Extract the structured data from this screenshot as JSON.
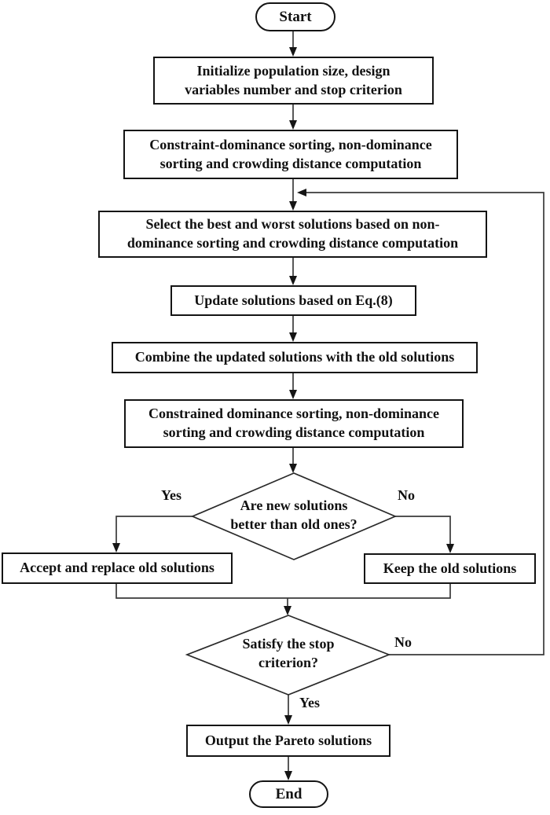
{
  "diagram": {
    "type": "flowchart",
    "background": "#ffffff",
    "line_color": "#3a3a3a",
    "border_color": "#141414",
    "text_color": "#111111",
    "nodes": {
      "start": {
        "type": "terminator",
        "label": "Start"
      },
      "init": {
        "type": "process",
        "label": "Initialize population size, design\nvariables number and stop criterion"
      },
      "sort1": {
        "type": "process",
        "label": "Constraint-dominance sorting, non-dominance\nsorting and crowding distance computation"
      },
      "select": {
        "type": "process",
        "label": "Select the best and worst solutions based on non-\ndominance sorting and crowding distance computation"
      },
      "update": {
        "type": "process",
        "label": "Update solutions based on Eq.(8)"
      },
      "combine": {
        "type": "process",
        "label": "Combine the updated solutions with the old solutions"
      },
      "sort2": {
        "type": "process",
        "label": "Constrained dominance sorting, non-dominance\nsorting and crowding distance computation"
      },
      "decision_better": {
        "type": "decision",
        "label": "Are new solutions\nbetter than old ones?"
      },
      "accept": {
        "type": "process",
        "label": "Accept and replace old solutions"
      },
      "keep": {
        "type": "process",
        "label": "Keep the old solutions"
      },
      "decision_stop": {
        "type": "decision",
        "label": "Satisfy the stop\ncriterion?"
      },
      "output": {
        "type": "process",
        "label": "Output the Pareto solutions"
      },
      "end": {
        "type": "terminator",
        "label": "End"
      }
    },
    "edge_labels": {
      "better_yes": "Yes",
      "better_no": "No",
      "stop_no": "No",
      "stop_yes": "Yes"
    },
    "edges": [
      {
        "from": "start",
        "to": "init"
      },
      {
        "from": "init",
        "to": "sort1"
      },
      {
        "from": "sort1",
        "to": "select"
      },
      {
        "from": "select",
        "to": "update"
      },
      {
        "from": "update",
        "to": "combine"
      },
      {
        "from": "combine",
        "to": "sort2"
      },
      {
        "from": "sort2",
        "to": "decision_better"
      },
      {
        "from": "decision_better",
        "to": "accept",
        "label": "Yes"
      },
      {
        "from": "decision_better",
        "to": "keep",
        "label": "No"
      },
      {
        "from": "accept",
        "to": "decision_stop"
      },
      {
        "from": "keep",
        "to": "decision_stop"
      },
      {
        "from": "decision_stop",
        "to": "select",
        "label": "No"
      },
      {
        "from": "decision_stop",
        "to": "output",
        "label": "Yes"
      },
      {
        "from": "output",
        "to": "end"
      }
    ]
  }
}
